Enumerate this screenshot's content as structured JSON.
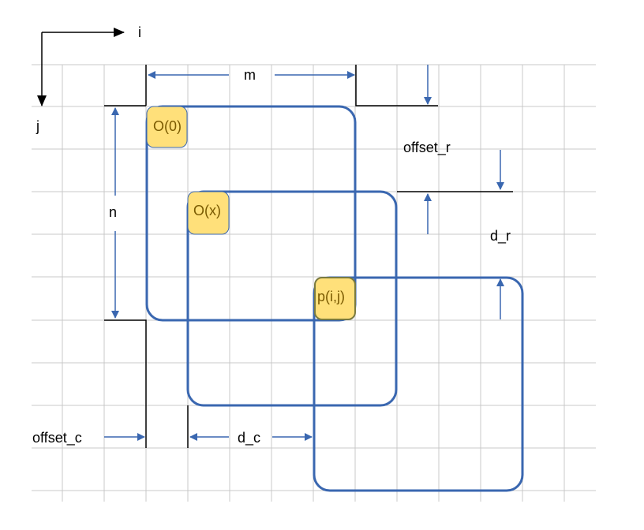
{
  "colors": {
    "grid": "#c8c8c8",
    "frame": "#3a67b0",
    "arrow": "#3a67b0",
    "cell_fill": "#ffe07a",
    "cell_text": "#7a5a00",
    "black": "#000000"
  },
  "axes": {
    "i_label": "i",
    "j_label": "j"
  },
  "dimensions": {
    "m": "m",
    "n": "n",
    "offset_r": "offset_r",
    "d_r": "d_r",
    "offset_c": "offset_c",
    "d_c": "d_c"
  },
  "cells": {
    "origin_0": "O(0)",
    "origin_x": "O(x)",
    "point": "p(i,j)"
  }
}
